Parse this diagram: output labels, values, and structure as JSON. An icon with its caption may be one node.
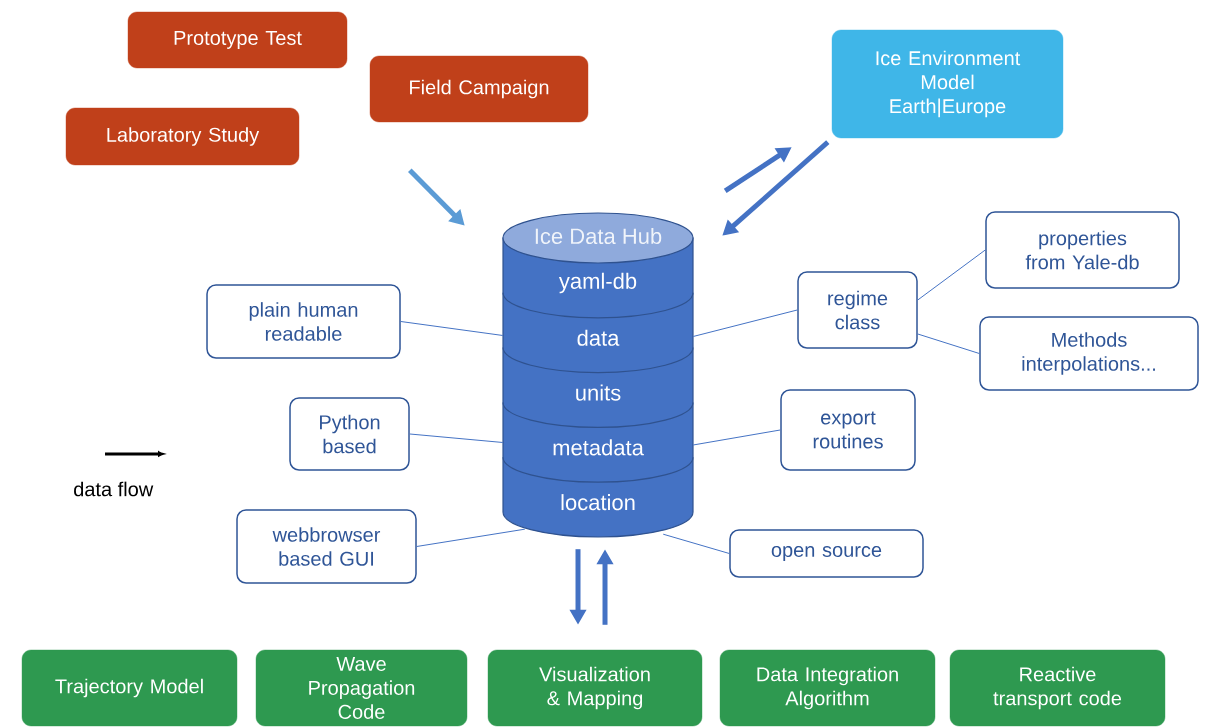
{
  "diagram": {
    "nodes": [
      {
        "text": [
          "Prototype Test"
        ]
      },
      {
        "text": [
          "Field Campaign"
        ]
      },
      {
        "text": [
          "Laboratory Study"
        ]
      },
      {
        "text": [
          "Ice Environment Model Earth|Europe"
        ]
      },
      {
        "text": [
          "Ice Data Hub",
          "yaml-db",
          "data",
          "units",
          "metadata",
          "location"
        ]
      },
      {
        "text": [
          "plain human readable"
        ]
      },
      {
        "text": [
          "Python based"
        ]
      },
      {
        "text": [
          "webbrowser based GUI"
        ]
      },
      {
        "text": [
          "regime class"
        ]
      },
      {
        "text": [
          "properties from Yale-db"
        ]
      },
      {
        "text": [
          "Methods interpolations..."
        ]
      },
      {
        "text": [
          "export routines"
        ]
      },
      {
        "text": [
          "open source"
        ]
      },
      {
        "text": [
          "Trajectory Model"
        ]
      },
      {
        "text": [
          "Wave Propagation Code"
        ]
      },
      {
        "text": [
          "Visualization & Mapping"
        ]
      },
      {
        "text": [
          "Data Integration Algorithm"
        ]
      },
      {
        "text": [
          "Reactive transport code"
        ]
      }
    ],
    "edges": [
      {
        "from": 1,
        "to": 4,
        "arrow": "to",
        "style": "thick",
        "color": "#5b9bd5"
      },
      {
        "from": 4,
        "to": 3,
        "arrow": "to",
        "style": "thick"
      },
      {
        "from": 3,
        "to": 4,
        "arrow": "to",
        "style": "thick"
      },
      {
        "from": 5,
        "to": 4,
        "arrow": "none"
      },
      {
        "from": 6,
        "to": 4,
        "arrow": "none"
      },
      {
        "from": 7,
        "to": 4,
        "arrow": "none"
      },
      {
        "from": 4,
        "to": 8,
        "arrow": "none"
      },
      {
        "from": 8,
        "to": 9,
        "arrow": "none"
      },
      {
        "from": 8,
        "to": 10,
        "arrow": "none"
      },
      {
        "from": 4,
        "to": 11,
        "arrow": "none"
      },
      {
        "from": 4,
        "to": 12,
        "arrow": "none"
      },
      {
        "from": 4,
        "to": 15,
        "arrow": "to",
        "style": "thick"
      },
      {
        "from": 15,
        "to": 4,
        "arrow": "to",
        "style": "thick"
      }
    ],
    "legend": [
      {
        "text": "data flow"
      }
    ]
  }
}
